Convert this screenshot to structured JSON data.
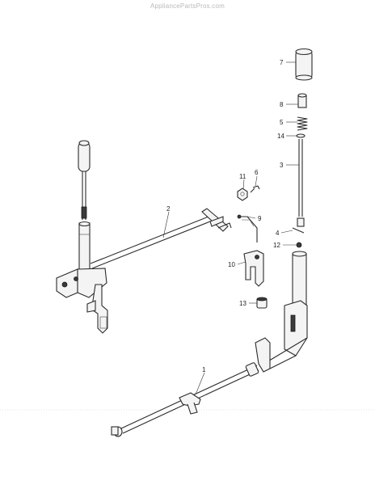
{
  "watermark": "AppliancePartsPros.com",
  "callouts": [
    {
      "id": "c1",
      "label": "1"
    },
    {
      "id": "c2",
      "label": "2"
    },
    {
      "id": "c3",
      "label": "3"
    },
    {
      "id": "c4",
      "label": "4"
    },
    {
      "id": "c5",
      "label": "5"
    },
    {
      "id": "c6",
      "label": "6"
    },
    {
      "id": "c7",
      "label": "7"
    },
    {
      "id": "c8",
      "label": "8"
    },
    {
      "id": "c9",
      "label": "9"
    },
    {
      "id": "c10",
      "label": "10"
    },
    {
      "id": "c11",
      "label": "11"
    },
    {
      "id": "c12",
      "label": "12"
    },
    {
      "id": "c13",
      "label": "13"
    },
    {
      "id": "c14",
      "label": "14"
    }
  ]
}
